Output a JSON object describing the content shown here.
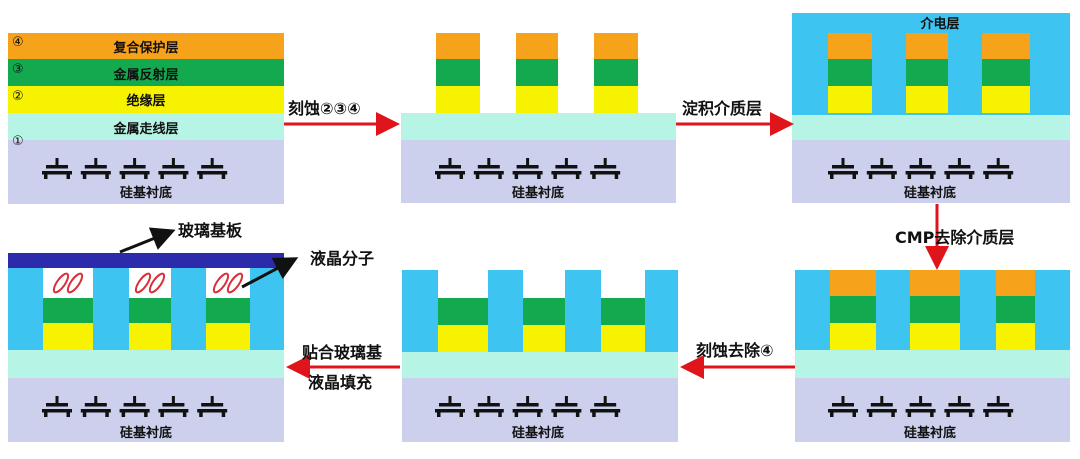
{
  "colors": {
    "protective": "#f7a21b",
    "reflective": "#12a94f",
    "insulating": "#f7f200",
    "wiring": "#b6f4e6",
    "substrate": "#cdd0ec",
    "dielectric": "#3ec4f0",
    "glass": "#2b2bab",
    "arrow": "#e0141b",
    "lc": "#d8303a"
  },
  "layers": {
    "n4": "④",
    "l4": "复合保护层",
    "n3": "③",
    "l3": "金属反射层",
    "n2": "②",
    "l2": "绝缘层",
    "n1": "①",
    "l1": "金属走线层"
  },
  "substrate_label": "硅基衬底",
  "dielectric_label": "介电层",
  "glass_label": "玻璃基板",
  "lc_label": "液晶分子",
  "steps": {
    "s1": "刻蚀②③④",
    "s2": "淀积介质层",
    "s3": "CMP去除介质层",
    "s4": "刻蚀去除④",
    "s5a": "贴合玻璃基",
    "s5b": "液晶填充"
  }
}
